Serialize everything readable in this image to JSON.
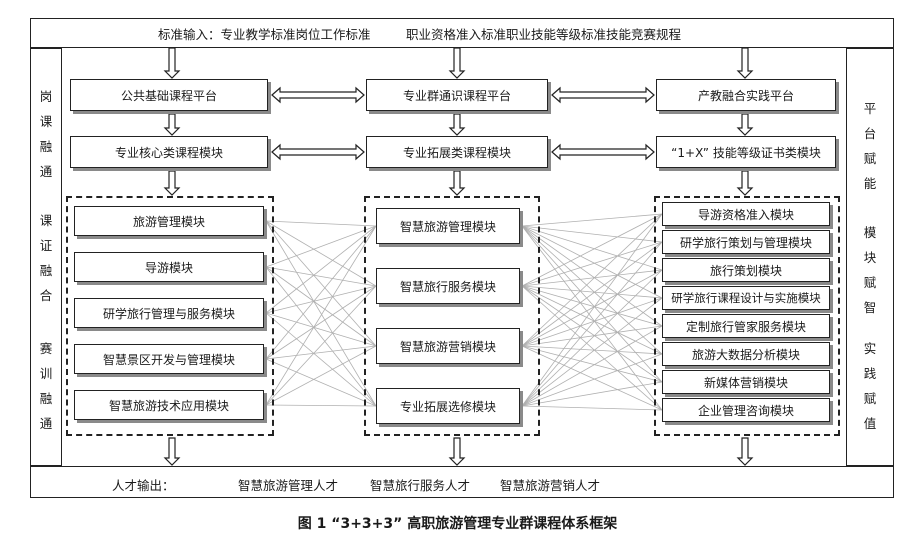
{
  "input_row": {
    "label": "标准输入：专业教学标准岗位工作标准",
    "label2": "职业资格准入标准职业技能等级标准技能竞赛规程"
  },
  "left_side": {
    "group1": "岗\n课\n融\n通",
    "group2": "课\n证\n融\n合",
    "group3": "赛\n训\n融\n通"
  },
  "right_side": {
    "group1": "平\n台\n赋\n能",
    "group2": "模\n块\n赋\n智",
    "group3": "实\n践\n赋\n值"
  },
  "platforms": {
    "public_basic": "公共基础课程平台",
    "group_general": "专业群通识课程平台",
    "industry_practice": "产教融合实践平台"
  },
  "module_categories": {
    "core": "专业核心类课程模块",
    "extension": "专业拓展类课程模块",
    "certificate": "“1+X” 技能等级证书类模块"
  },
  "left_modules": [
    "旅游管理模块",
    "导游模块",
    "研学旅行管理与服务模块",
    "智慧景区开发与管理模块",
    "智慧旅游技术应用模块"
  ],
  "middle_modules": [
    "智慧旅游管理模块",
    "智慧旅行服务模块",
    "智慧旅游营销模块",
    "专业拓展选修模块"
  ],
  "right_modules": [
    "导游资格准入模块",
    "研学旅行策划与管理模块",
    "旅行策划模块",
    "研学旅行课程设计与实施模块",
    "定制旅行管家服务模块",
    "旅游大数据分析模块",
    "新媒体营销模块",
    "企业管理咨询模块"
  ],
  "output_row": {
    "label": "人才输出：",
    "talent1": "智慧旅游管理人才",
    "talent2": "智慧旅行服务人才",
    "talent3": "智慧旅游营销人才"
  },
  "caption": "图 1 “3+3+3” 高职旅游管理专业群课程体系框架"
}
